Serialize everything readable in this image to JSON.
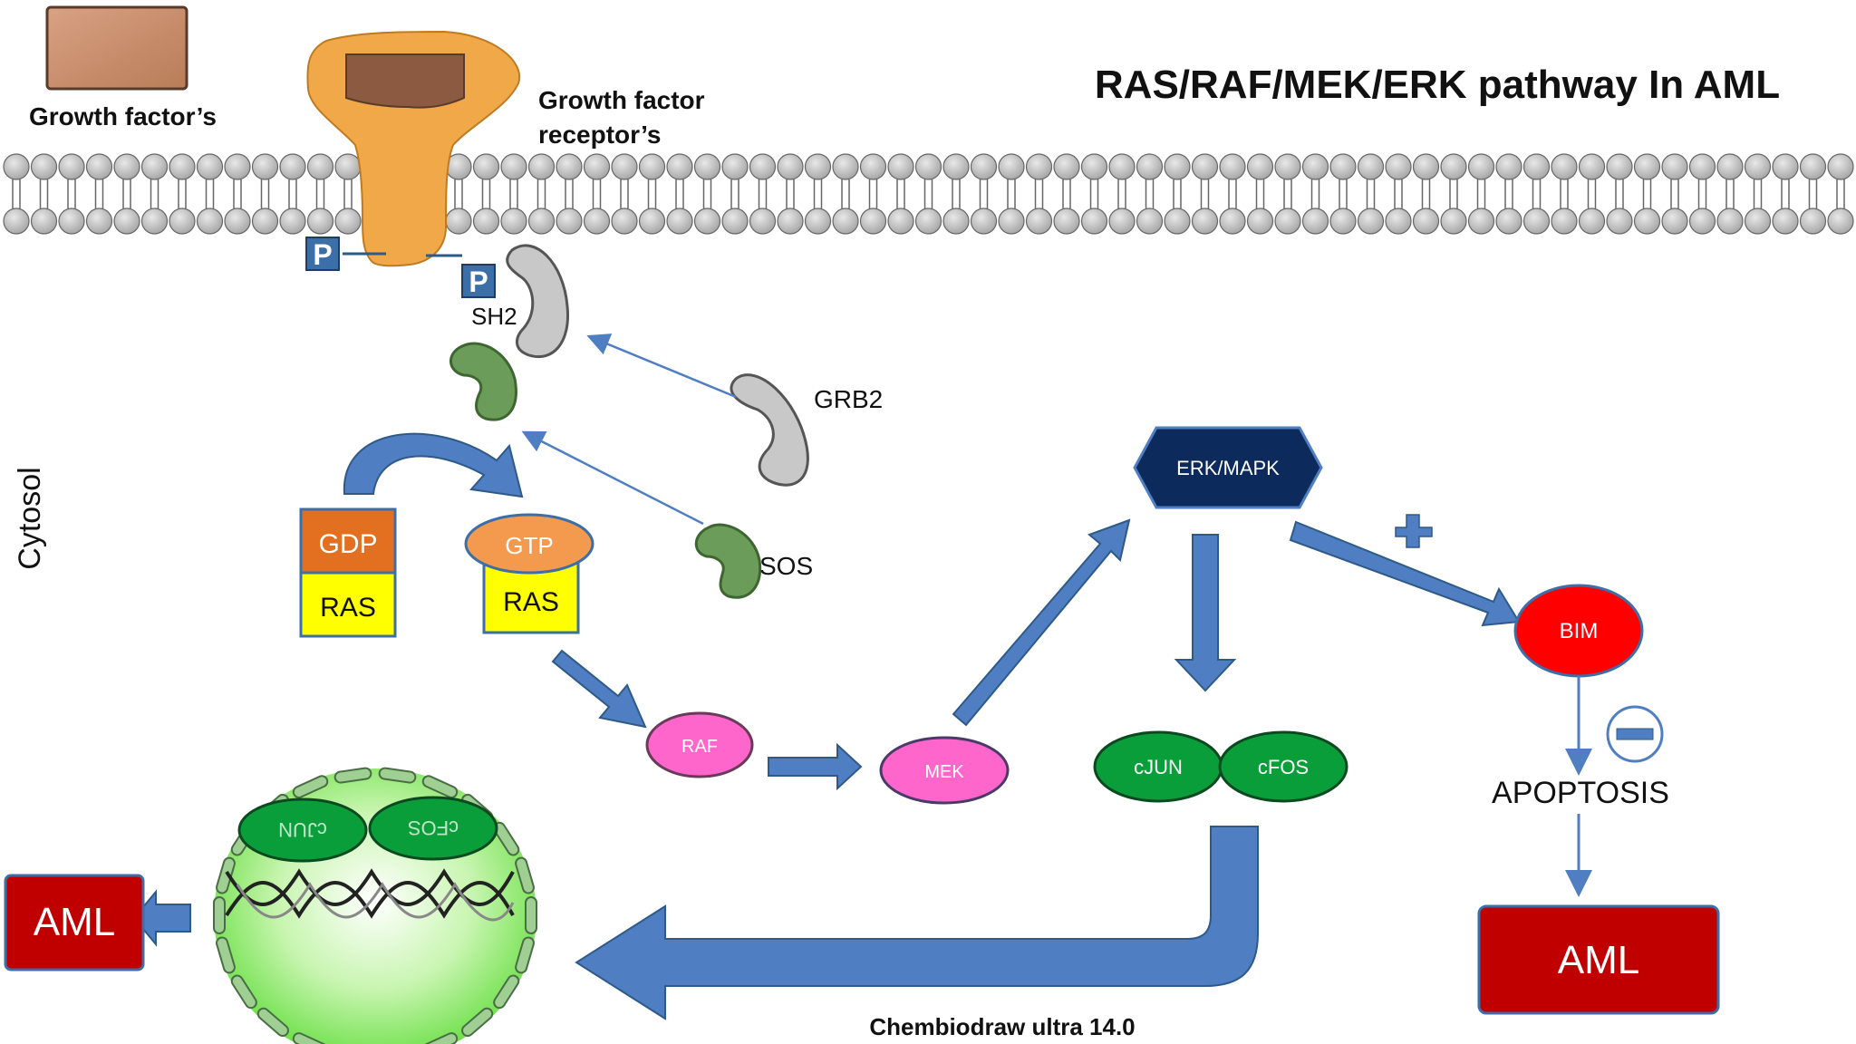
{
  "title": "RAS/RAF/MEK/ERK pathway In AML",
  "credit": "Chembiodraw ultra 14.0",
  "labels": {
    "growth_factor": "Growth factor’s",
    "receptor_line1": "Growth factor",
    "receptor_line2": "receptor’s",
    "cytosol": "Cytosol",
    "phosphate": "P",
    "sh2": "SH2",
    "grb2": "GRB2",
    "sos": "SOS",
    "gdp": "GDP",
    "gtp": "GTP",
    "ras": "RAS",
    "raf": "RAF",
    "mek": "MEK",
    "erk": "ERK/MAPK",
    "cjun": "cJUN",
    "cfos": "cFOS",
    "bim": "BIM",
    "apoptosis": "APOPTOSIS",
    "aml": "AML"
  },
  "colors": {
    "receptor": "#F0A848",
    "growth_factor": "#C8906A",
    "arrow_blue": "#4F7EC2",
    "erk_navy": "#0D2A5C",
    "gdp_orange": "#E27020",
    "ras_yellow": "#FFFF00",
    "raf_mek_pink": "#FF66CC",
    "green_tf": "#0A9E3A",
    "bim_red": "#FF0000",
    "aml_darkred": "#C00000"
  }
}
